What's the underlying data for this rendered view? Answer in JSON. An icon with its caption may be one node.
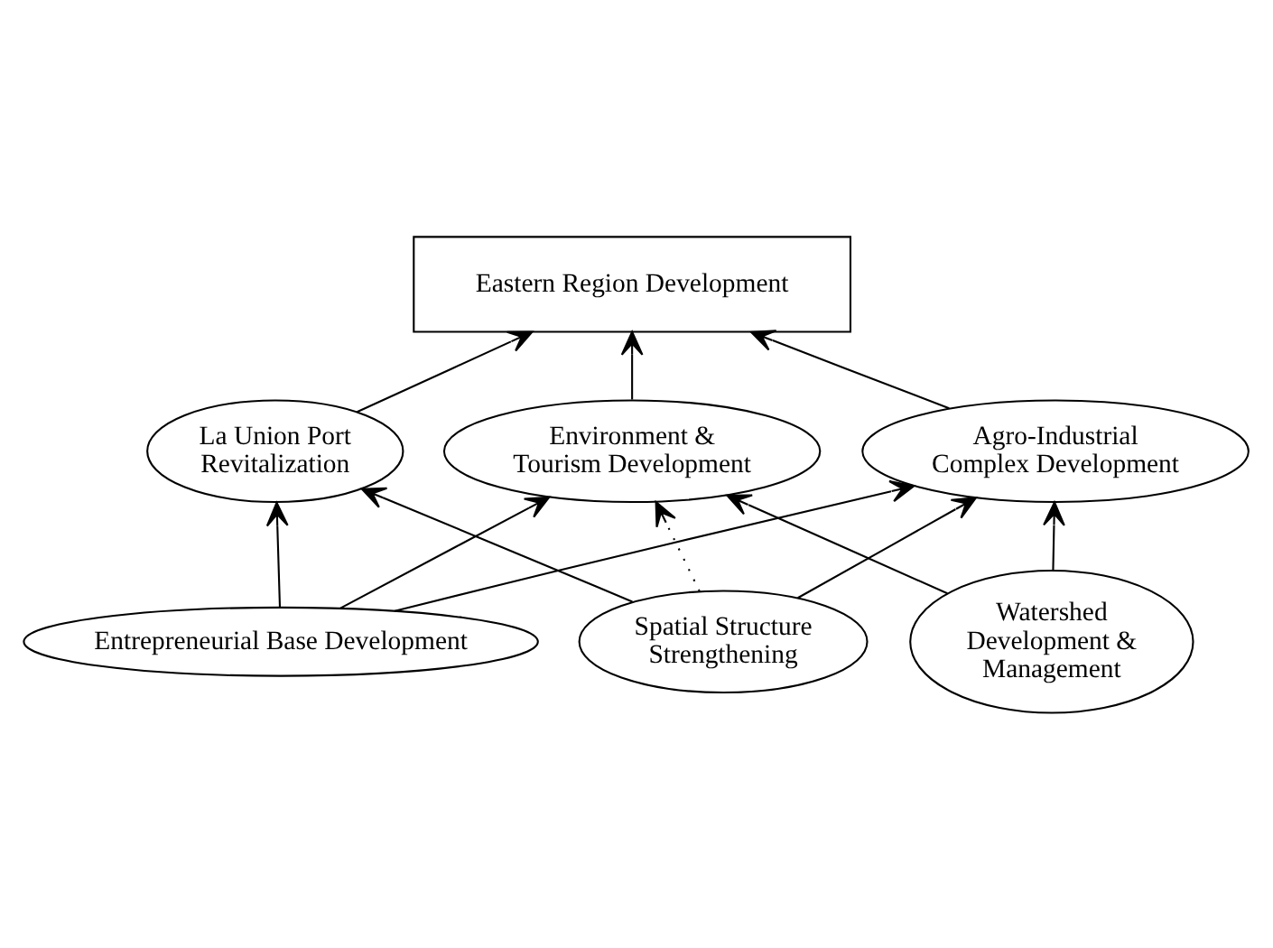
{
  "diagram": {
    "nodes": [
      {
        "text": [
          "Eastern Region Development"
        ]
      },
      {
        "text": [
          "La Union Port Revitalization"
        ]
      },
      {
        "text": [
          "Agro-Industrial Complex Development"
        ]
      },
      {
        "text": [
          "Environment & Tourism Development"
        ]
      },
      {
        "text": [
          "Spatial Structure Strengthening"
        ]
      },
      {
        "text": [
          "Watershed Development & Management"
        ]
      },
      {
        "text": [
          "Entrepreneurial Base Development"
        ]
      }
    ],
    "edges": [
      {
        "from": 1,
        "to": 0,
        "arrow": "to"
      },
      {
        "from": 2,
        "to": 0,
        "arrow": "to"
      },
      {
        "from": 3,
        "to": 0,
        "arrow": "to"
      },
      {
        "from": 4,
        "to": 1,
        "arrow": "to"
      },
      {
        "from": 4,
        "to": 2,
        "arrow": "to"
      },
      {
        "from": 4,
        "to": 3,
        "arrow": "to",
        "style": "dashed"
      },
      {
        "from": 5,
        "to": 2,
        "arrow": "to"
      },
      {
        "from": 5,
        "to": 3,
        "arrow": "to"
      },
      {
        "from": 6,
        "to": 1,
        "arrow": "to"
      },
      {
        "from": 6,
        "to": 2,
        "arrow": "to"
      },
      {
        "from": 6,
        "to": 3,
        "arrow": "to"
      }
    ]
  }
}
